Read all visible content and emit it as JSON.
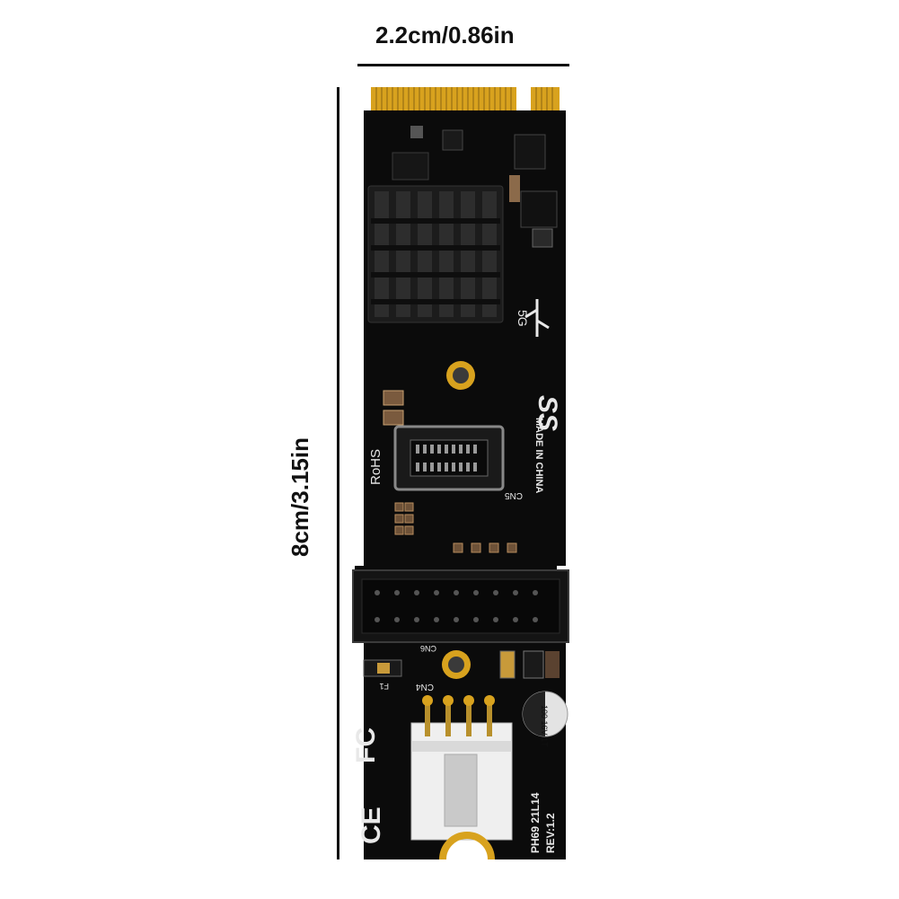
{
  "dimensions": {
    "width_label": "2.2cm/0.86in",
    "height_label": "8cm/3.15in"
  },
  "board": {
    "colors": {
      "pcb": "#0b0b0b",
      "gold": "#d8a21e",
      "heatsink": "#1c1c1c",
      "connector": "#141414",
      "white_header": "#efefef"
    },
    "markings": {
      "ss_logo": "SS",
      "speed": "5G",
      "rohs": "RoHS",
      "made_in": "MADE IN CHINA",
      "model": "PH69  21L14",
      "revision": "REV:1.2",
      "connector_cn5": "CN5",
      "connector_cn6": "CN6",
      "connector_cn4": "CN4",
      "fuse": "F1",
      "cap_main": "100\n16V\n1T",
      "fc": "FC",
      "ce": "CE"
    }
  }
}
